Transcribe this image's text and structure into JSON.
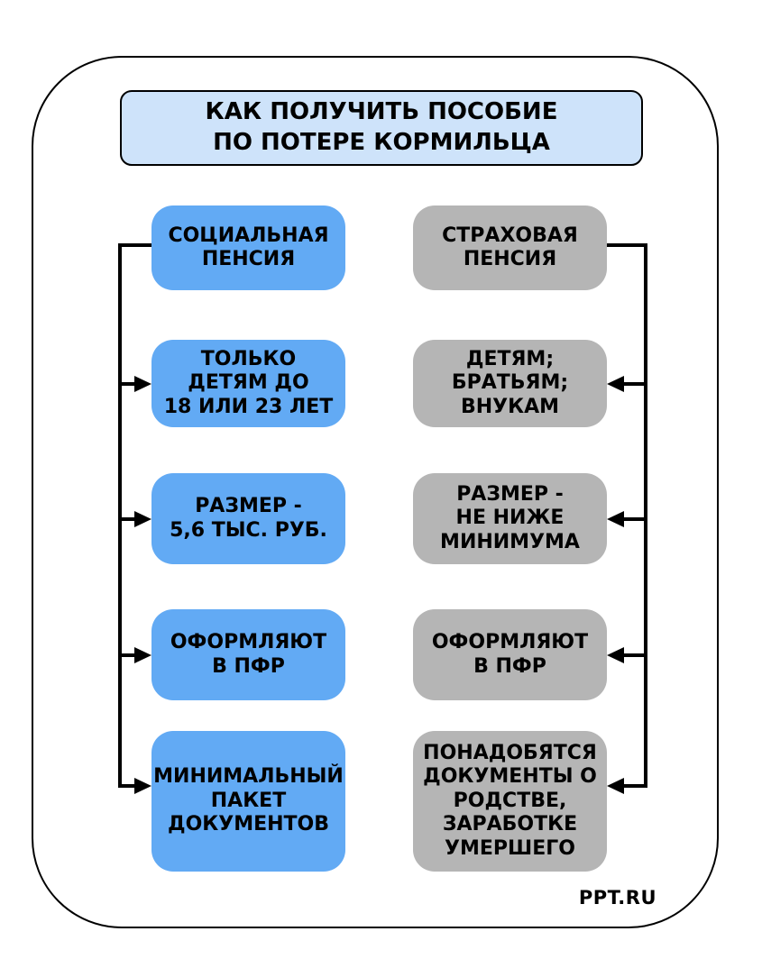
{
  "diagram": {
    "title": "КАК ПОЛУЧИТЬ ПОСОБИЕ\nПО ПОТЕРЕ КОРМИЛЬЦА",
    "columns": {
      "left": {
        "theme": "social-pension",
        "boxes": [
          "СОЦИАЛЬНАЯ\nПЕНСИЯ",
          "ТОЛЬКО\nДЕТЯМ ДО\n18 ИЛИ 23 ЛЕТ",
          "РАЗМЕР -\n5,6 ТЫС. РУБ.",
          "ОФОРМЛЯЮТ\nВ ПФР",
          "МИНИМАЛЬНЫЙ\nПАКЕТ\nДОКУМЕНТОВ"
        ]
      },
      "right": {
        "theme": "insurance-pension",
        "boxes": [
          "СТРАХОВАЯ\nПЕНСИЯ",
          "ДЕТЯМ;\nБРАТЬЯМ;\nВНУКАМ",
          "РАЗМЕР -\nНЕ НИЖЕ\nМИНИМУМА",
          "ОФОРМЛЯЮТ\nВ ПФР",
          "ПОНАДОБЯТСЯ\nДОКУМЕНТЫ О\nРОДСТВЕ,\nЗАРАБОТКЕ\nУМЕРШЕГО"
        ]
      }
    },
    "watermark": "PPT.RU",
    "colors": {
      "left_box_fill": "#62AAF4",
      "right_box_fill": "#B5B5B5",
      "title_fill": "#CEE3FA",
      "outline": "#000000"
    }
  }
}
